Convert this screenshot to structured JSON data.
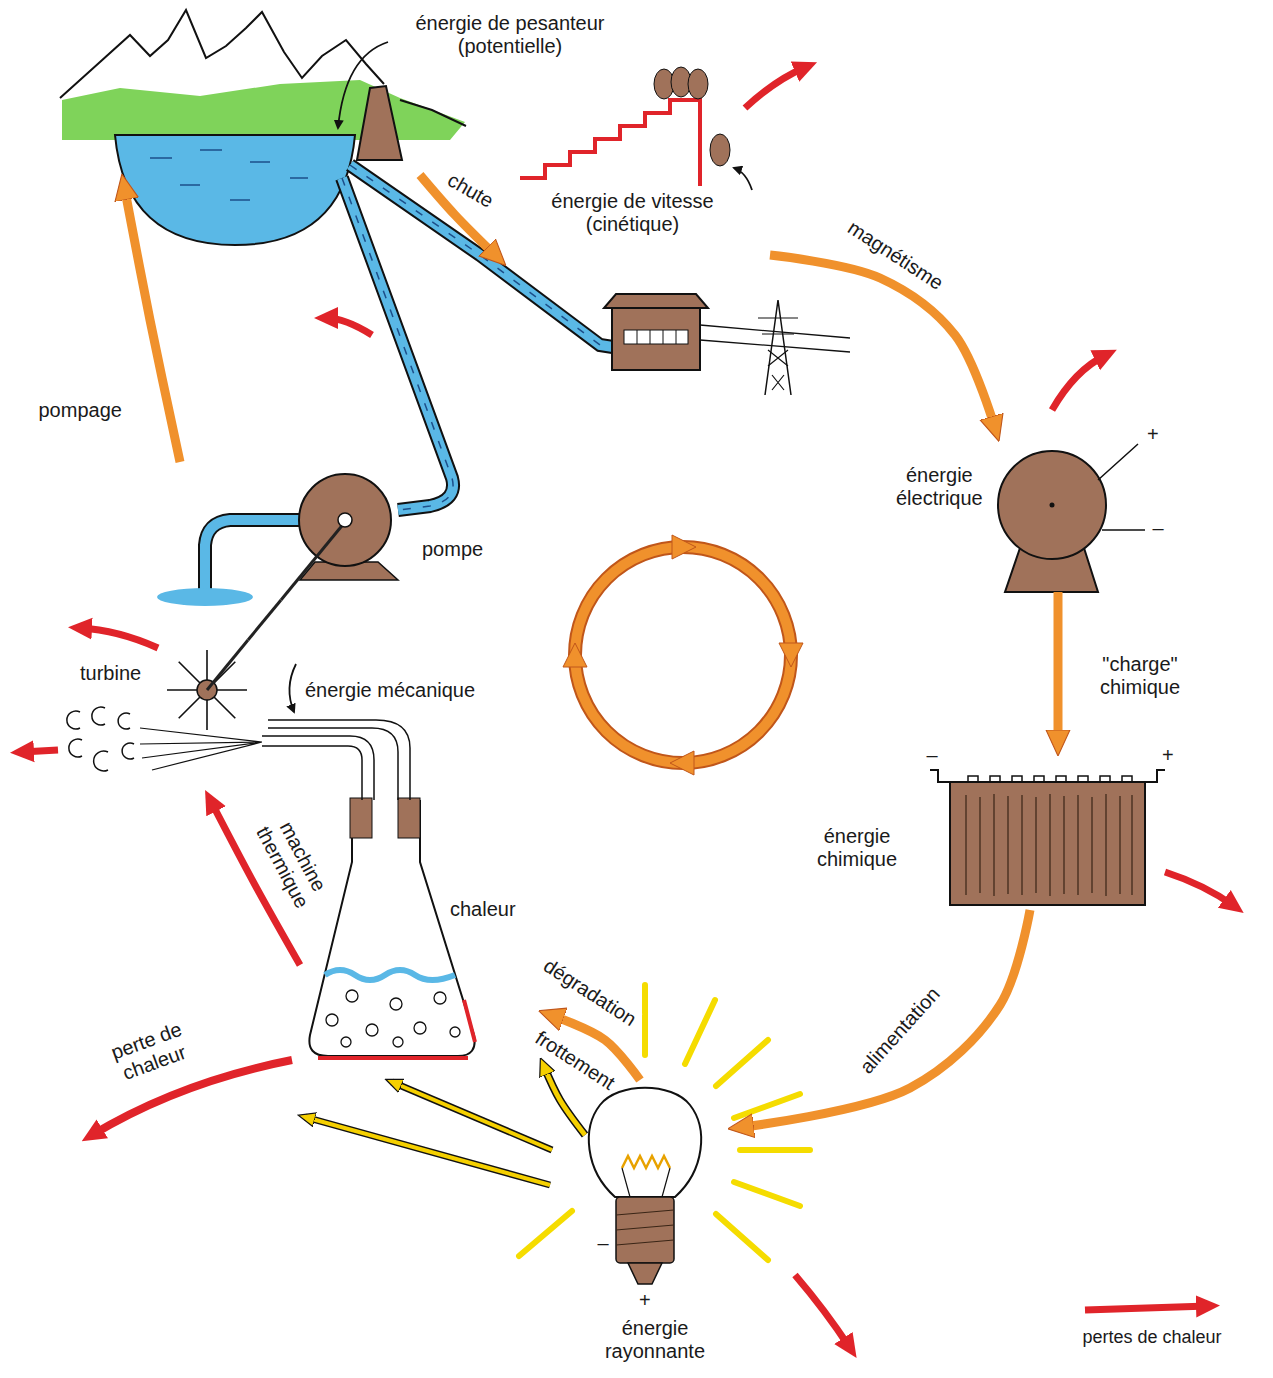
{
  "diagram": {
    "nodes": [
      {
        "text": [
          "énergie de pesanteur (potentielle)"
        ]
      },
      {
        "text": [
          "énergie de vitesse (cinétique)"
        ]
      },
      {
        "text": [
          "énergie électrique"
        ]
      },
      {
        "text": [
          "énergie chimique"
        ]
      },
      {
        "text": [
          "énergie rayonnante"
        ]
      },
      {
        "text": [
          "chaleur"
        ]
      },
      {
        "text": [
          "turbine"
        ]
      },
      {
        "text": [
          "pompe"
        ]
      }
    ],
    "edges": [
      {
        "from": 0,
        "to": 1,
        "label": "chute",
        "arrow": "to"
      },
      {
        "from": 1,
        "to": 2,
        "label": "magnétisme",
        "arrow": "to"
      },
      {
        "from": 2,
        "to": 3,
        "label": "\"charge\" chimique",
        "arrow": "to"
      },
      {
        "from": 3,
        "to": 4,
        "label": "alimentation",
        "arrow": "to"
      },
      {
        "from": 4,
        "to": 5,
        "label": "dégradation",
        "arrow": "to"
      },
      {
        "from": 4,
        "to": 5,
        "label": "frottement",
        "arrow": "to"
      },
      {
        "from": 5,
        "to": 6,
        "label": "machine thermique",
        "arrow": "to"
      },
      {
        "from": 6,
        "to": 7,
        "arrow": "none"
      },
      {
        "from": 7,
        "to": 0,
        "label": "pompage",
        "arrow": "to"
      }
    ],
    "labels": [
      "+",
      "–",
      "–",
      "+",
      "–",
      "+",
      "énergie mécanique",
      "perte de chaleur"
    ],
    "legend": [
      {
        "text": "pertes de chaleur"
      }
    ]
  }
}
